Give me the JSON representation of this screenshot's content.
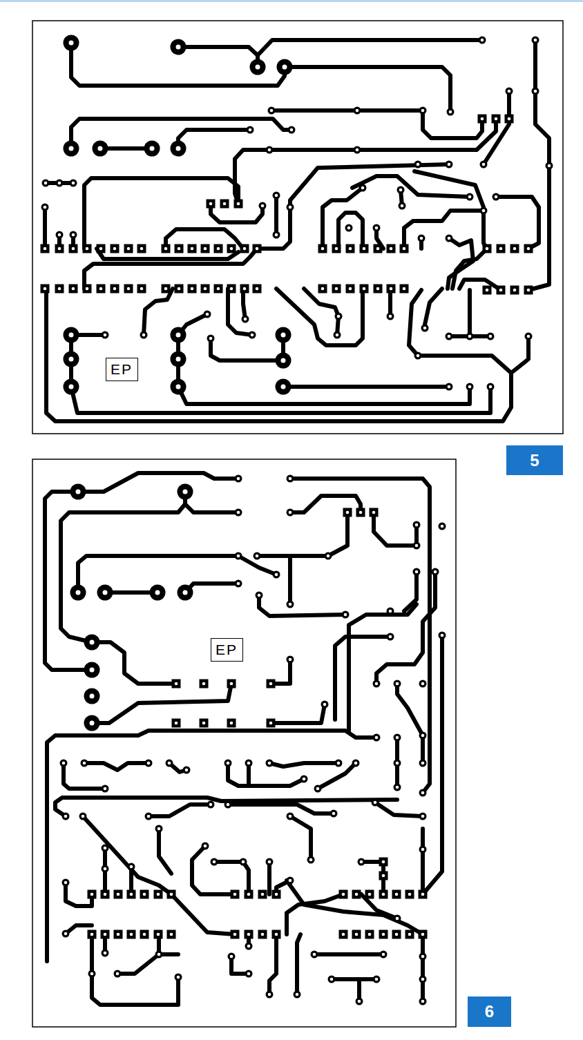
{
  "diagram": {
    "nodes": [
      {
        "text": [
          "EP"
        ]
      },
      {
        "text": [
          "5"
        ]
      },
      {
        "text": [
          "EP"
        ]
      },
      {
        "text": [
          "6"
        ]
      }
    ]
  }
}
